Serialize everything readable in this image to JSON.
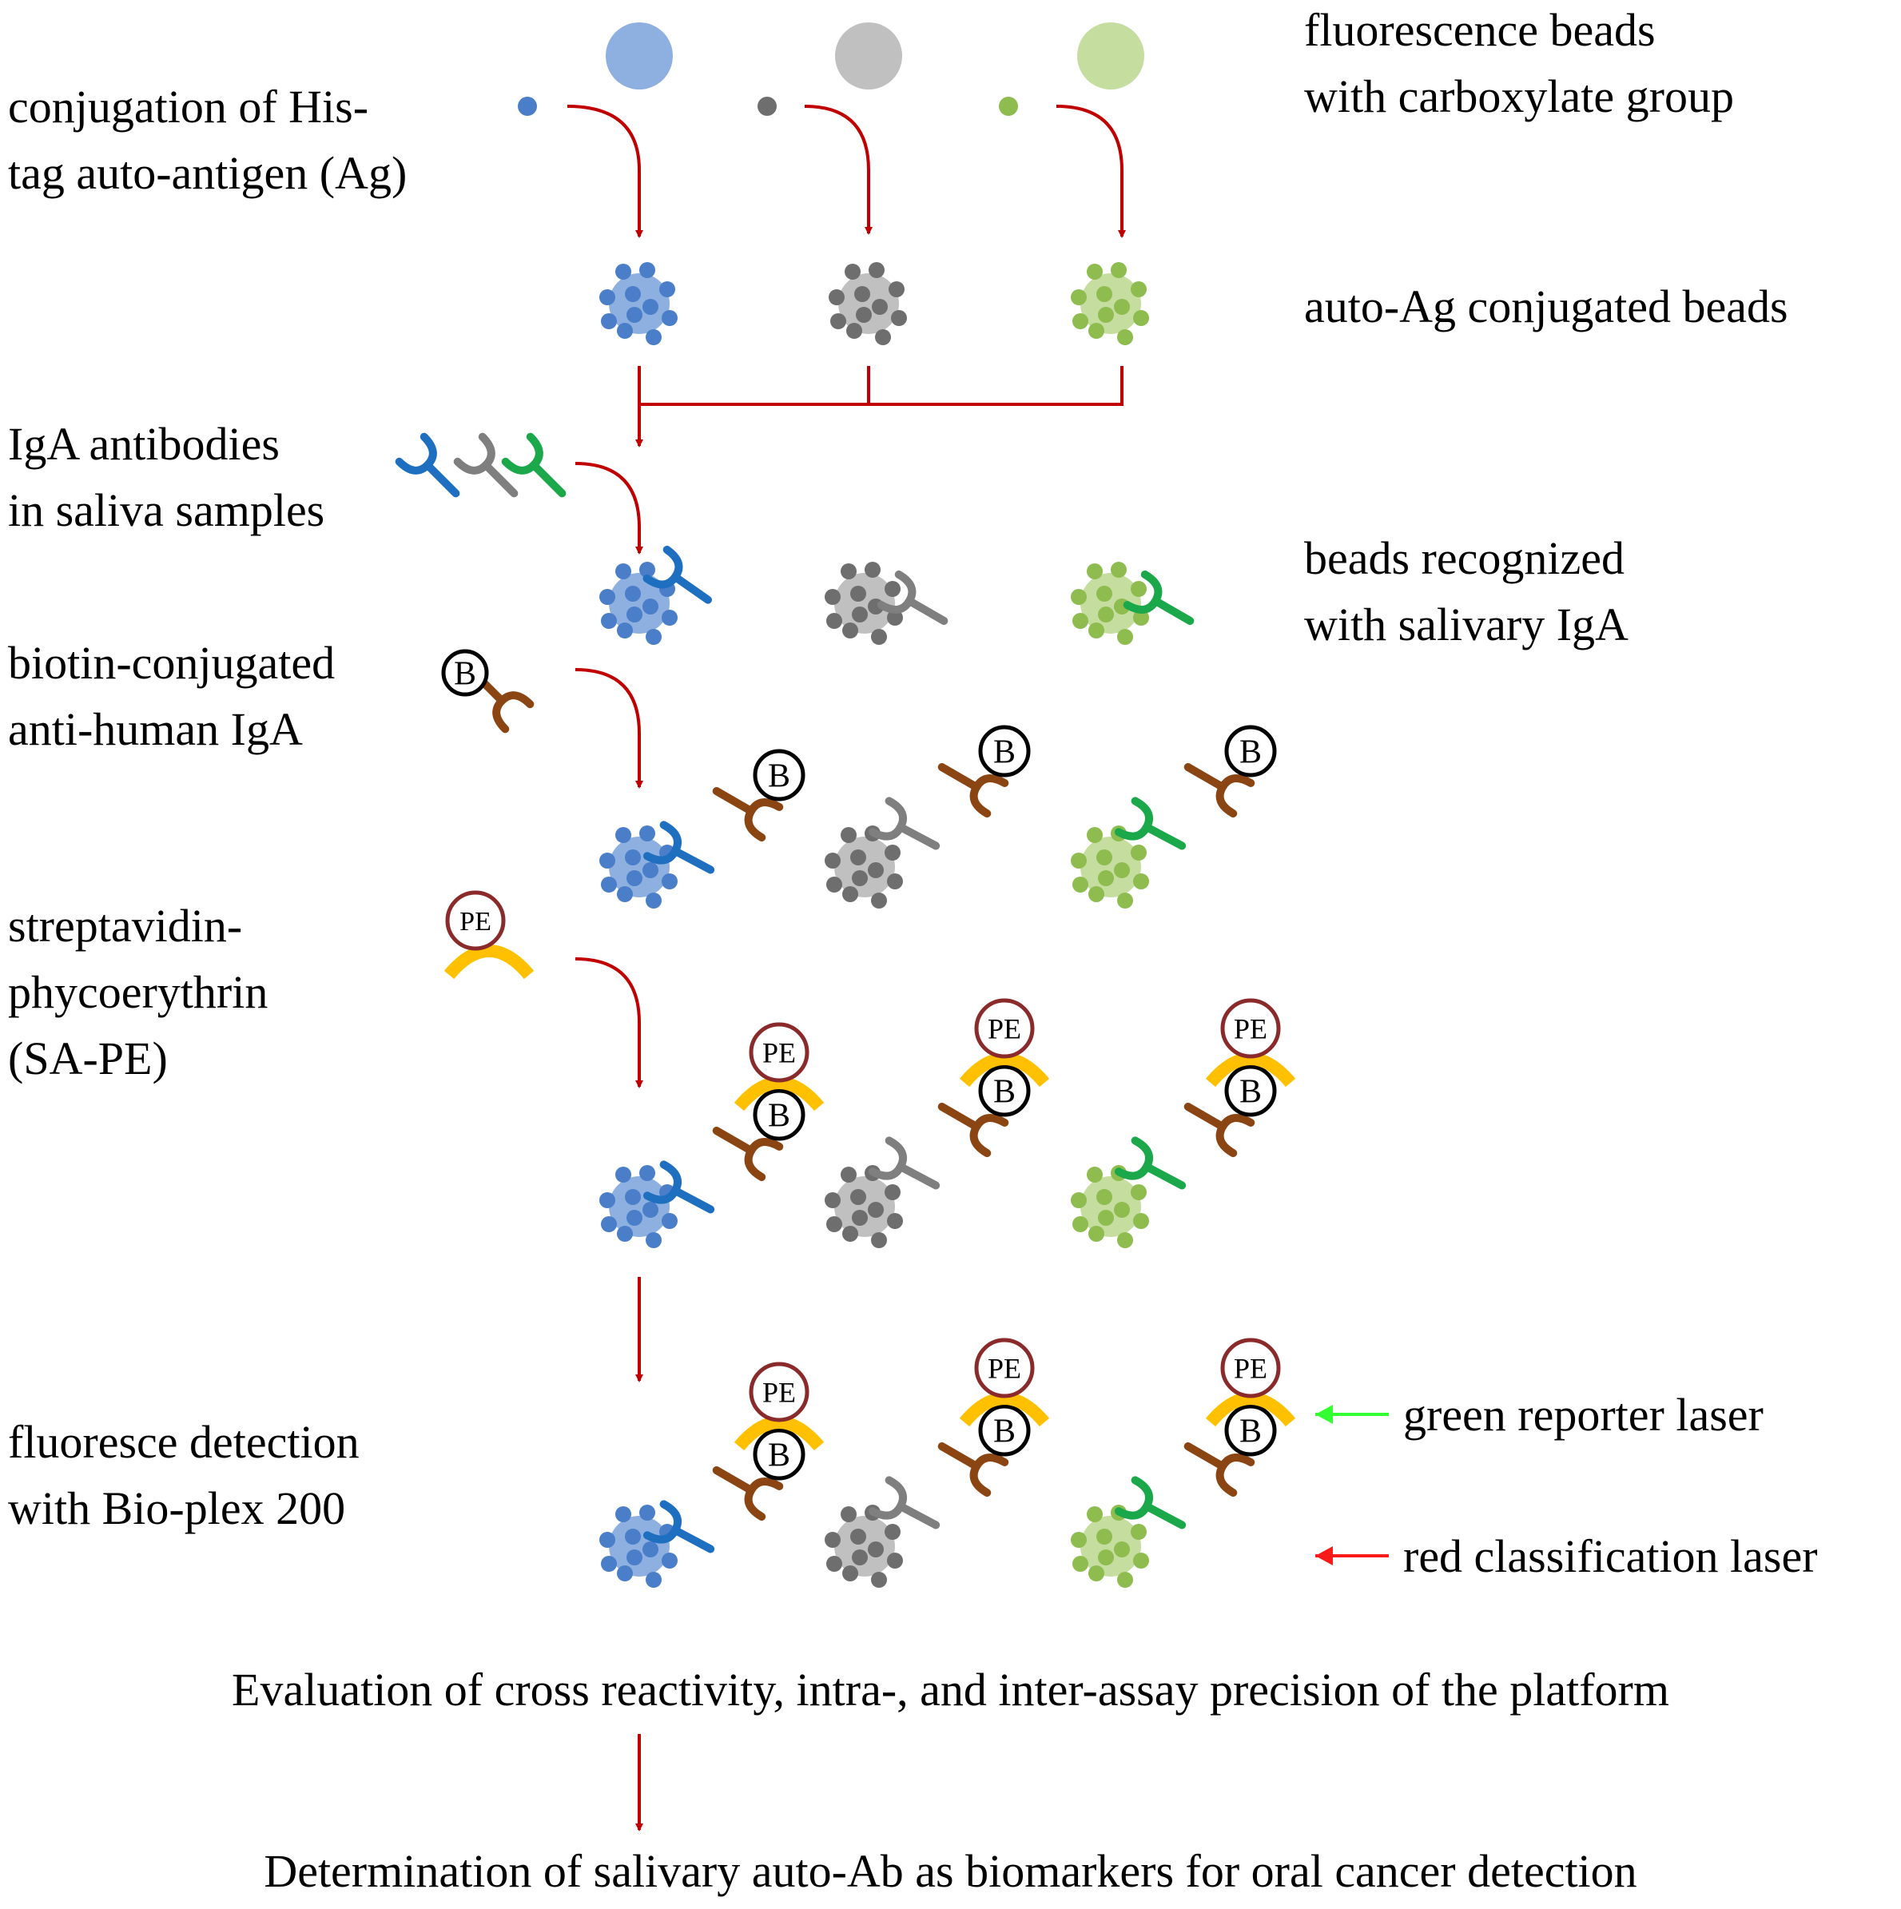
{
  "labels": {
    "fluorescence_beads": "fluorescence beads\nwith carboxylate group",
    "conjugation": "conjugation of His-\ntag auto-antigen (Ag)",
    "conjugated_beads": "auto-Ag conjugated beads",
    "iga_antibodies": "IgA antibodies\nin saliva samples",
    "beads_recognized": "beads recognized\nwith salivary IgA",
    "biotin": "biotin-conjugated\nanti-human IgA",
    "sa_pe": "streptavidin-\nphycoerythrin\n(SA-PE)",
    "detection": "fluoresce detection\nwith Bio-plex 200",
    "green_laser": "green reporter laser",
    "red_laser": "red classification laser",
    "evaluation": "Evaluation of cross reactivity, intra-, and inter-assay precision of the platform",
    "determination": "Determination of salivary auto-Ab as biomarkers for oral cancer detection"
  },
  "markers": {
    "biotin": "B",
    "pe": "PE"
  },
  "colors": {
    "arrow_red": "#c00000",
    "bead_blue": "#8eb0e0",
    "dot_blue": "#4a7ec8",
    "bead_gray": "#c0c0c0",
    "dot_gray": "#6e6e6e",
    "bead_green": "#c5deA0",
    "dot_green": "#8ebc4e",
    "ab_blue": "#1f6fc0",
    "ab_gray": "#7f7f7f",
    "ab_green": "#1aa84a",
    "anti_brown": "#8b4513",
    "sa_yellow": "#ffc000",
    "pe_ring": "#8b2a2a",
    "laser_green": "#33ff33",
    "laser_red": "#ff1a1a"
  }
}
